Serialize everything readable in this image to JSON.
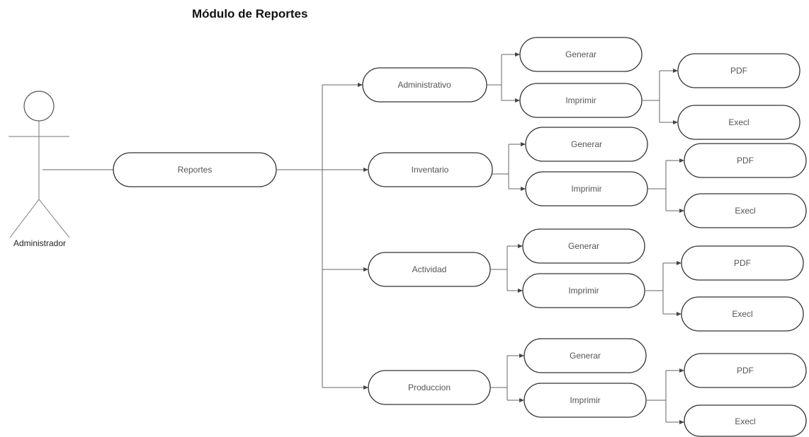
{
  "title": "Módulo de Reportes",
  "actor": {
    "label": "Administrador"
  },
  "root": {
    "label": "Reportes"
  },
  "branches": [
    {
      "label": "Administrativo",
      "actions": [
        "Generar",
        "Imprimir"
      ],
      "formats": [
        "PDF",
        "Execl"
      ]
    },
    {
      "label": "Inventario",
      "actions": [
        "Generar",
        "Imprimir"
      ],
      "formats": [
        "PDF",
        "Execl"
      ]
    },
    {
      "label": "Actividad",
      "actions": [
        "Generar",
        "Imprimir"
      ],
      "formats": [
        "PDF",
        "Execl"
      ]
    },
    {
      "label": "Produccion",
      "actions": [
        "Generar",
        "Imprimir"
      ],
      "formats": [
        "PDF",
        "Execl"
      ]
    }
  ]
}
